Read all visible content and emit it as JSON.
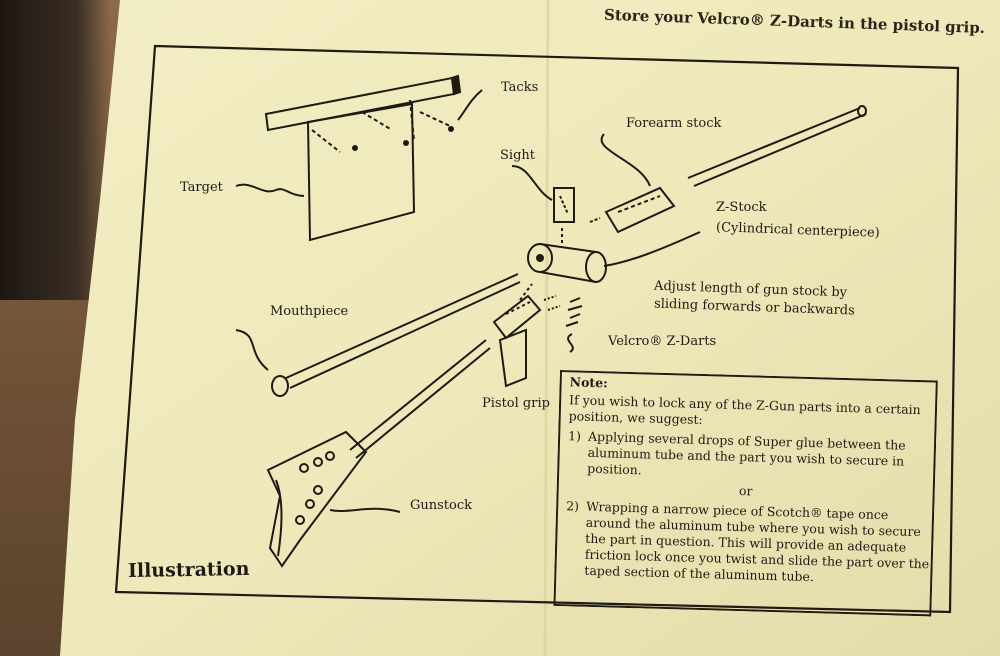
{
  "sheet_header": "Store your Velcro® Z-Darts in the pistol grip.",
  "labels": {
    "tacks": "Tacks",
    "forearm_stock": "Forearm stock",
    "sight": "Sight",
    "target": "Target",
    "z_stock": "Z-Stock",
    "z_stock_sub": "(Cylindrical centerpiece)",
    "adjust_line1": "Adjust length of gun stock by",
    "adjust_line2": "sliding forwards or backwards",
    "mouthpiece": "Mouthpiece",
    "velcro_zdarts": "Velcro® Z-Darts",
    "pistol_grip": "Pistol grip",
    "gunstock": "Gunstock"
  },
  "illustration_title": "Illustration",
  "note": {
    "label": "Note:",
    "intro": "If you wish to lock any of the Z-Gun parts into a certain position, we suggest:",
    "items": [
      {
        "num": "1)",
        "text": "Applying several drops of Super glue between the aluminum tube and the part you wish to secure in position."
      },
      {
        "num": "2)",
        "text": "Wrapping a narrow piece of Scotch® tape once around the aluminum tube where you wish to secure the part in question. This will provide an adequate friction lock once you twist and slide the part over the taped section of the aluminum tube."
      }
    ],
    "or": "or"
  },
  "colors": {
    "paper": "#f1ecc0",
    "ink": "#1f1a12",
    "cardboard": "#7a5a3c"
  }
}
